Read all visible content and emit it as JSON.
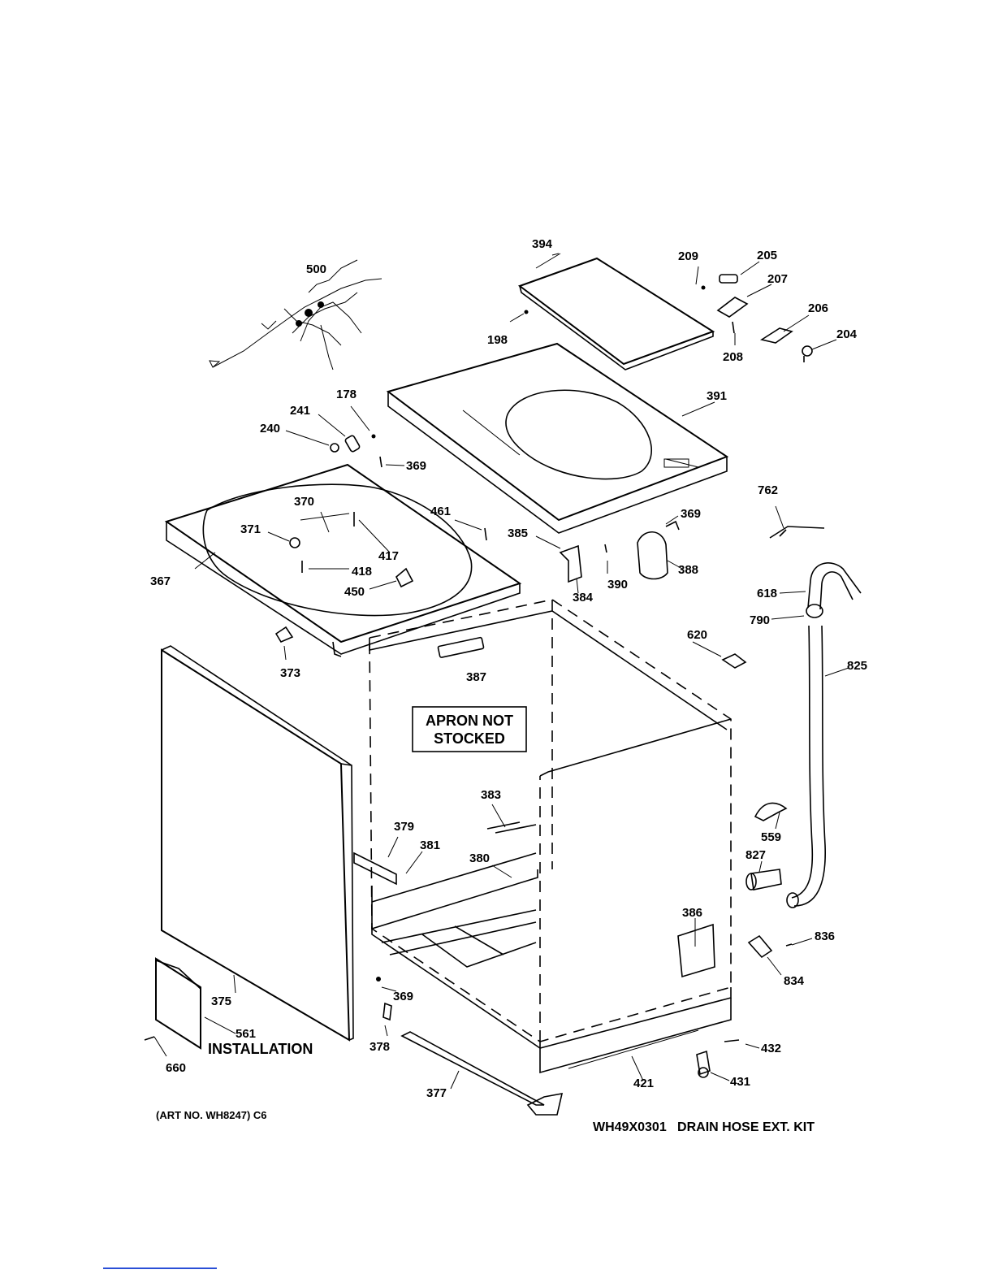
{
  "diagram": {
    "part_labels": [
      "394",
      "209",
      "205",
      "207",
      "206",
      "204",
      "208",
      "198",
      "500",
      "391",
      "178",
      "241",
      "240",
      "369",
      "762",
      "370",
      "461",
      "371",
      "417",
      "385",
      "369",
      "418",
      "388",
      "450",
      "384",
      "390",
      "618",
      "367",
      "790",
      "620",
      "373",
      "387",
      "825",
      "559",
      "383",
      "379",
      "381",
      "827",
      "380",
      "836",
      "386",
      "834",
      "375",
      "369",
      "561",
      "378",
      "432",
      "660",
      "421",
      "431",
      "377"
    ],
    "apron_note": [
      "APRON NOT",
      "STOCKED"
    ],
    "installation_label": "INSTALLATION",
    "art_no": "(ART NO. WH8247) C6",
    "kit_note": "WH49X0301   DRAIN HOSE EXT. KIT"
  },
  "colors": {
    "ink": "#000000",
    "paper": "#ffffff",
    "footer_rule": "#2a4fd6"
  }
}
